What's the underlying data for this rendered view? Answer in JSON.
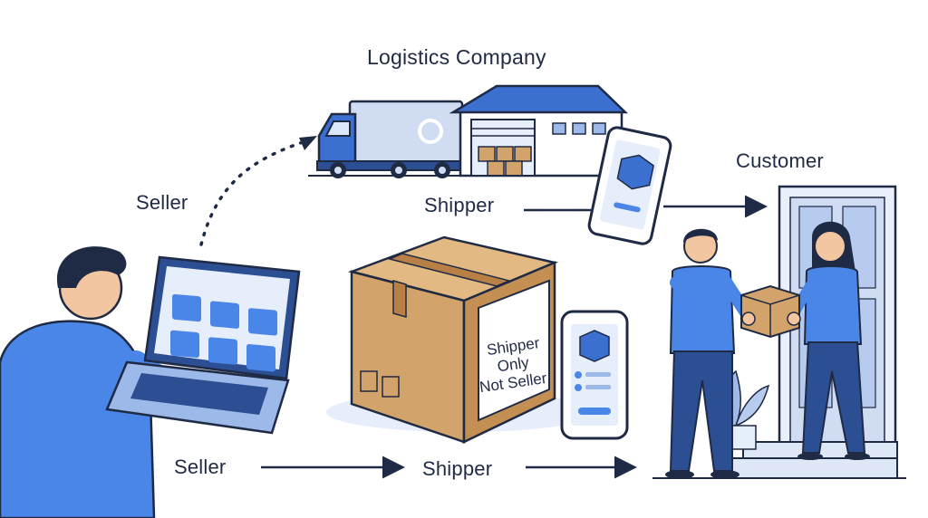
{
  "diagram": {
    "title": "Logistics Company",
    "labels": {
      "seller_top": "Seller",
      "shipper_middle": "Shipper",
      "customer": "Customer",
      "seller_bottom": "Seller",
      "shipper_bottom": "Shipper"
    },
    "box_label": {
      "line1": "Shipper",
      "line2": "Only",
      "line3": "Not Seller"
    }
  },
  "colors": {
    "primary": "#3b6fd0",
    "accent": "#4a86e8",
    "outline": "#1f2a44",
    "cardboard": "#d2a46b"
  }
}
